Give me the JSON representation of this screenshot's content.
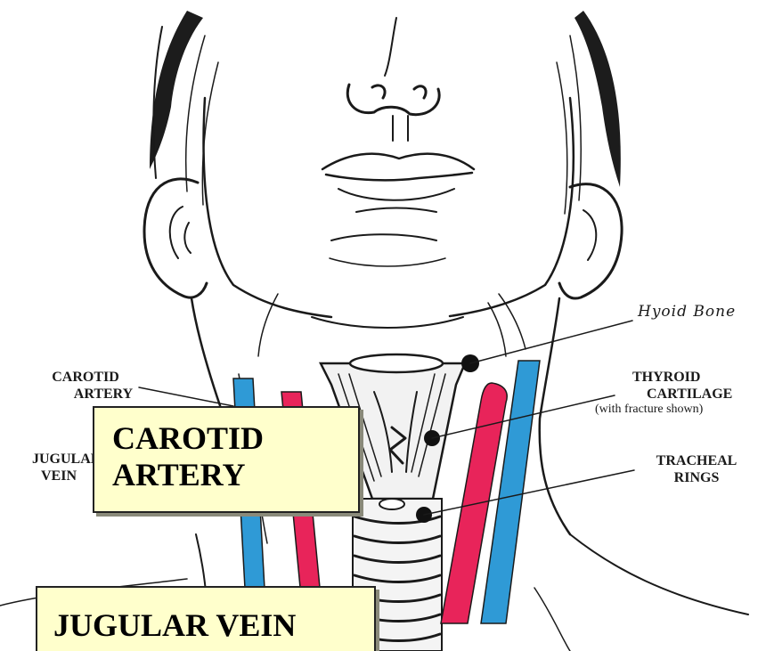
{
  "labels": {
    "hyoid_bone": "Hyoid Bone",
    "carotid_artery": {
      "line1": "CAROTID",
      "line2": "ARTERY"
    },
    "jugular_vein": {
      "line1": "JUGULAR",
      "line2": "VEIN"
    },
    "thyroid_cartilage": {
      "line1": "THYROID",
      "line2": "CARTILAGE",
      "note": "(with fracture shown)"
    },
    "tracheal_rings": {
      "line1": "TRACHEAL",
      "line2": "RINGS"
    }
  },
  "callouts": {
    "carotid": {
      "line1": "CAROTID",
      "line2": "ARTERY"
    },
    "jugular": {
      "text": "JUGULAR VEIN"
    }
  },
  "colors": {
    "artery": "#e8245a",
    "vein": "#2f9ad6",
    "callout_fill": "#ffffcc",
    "ink": "#1a1a1a"
  }
}
